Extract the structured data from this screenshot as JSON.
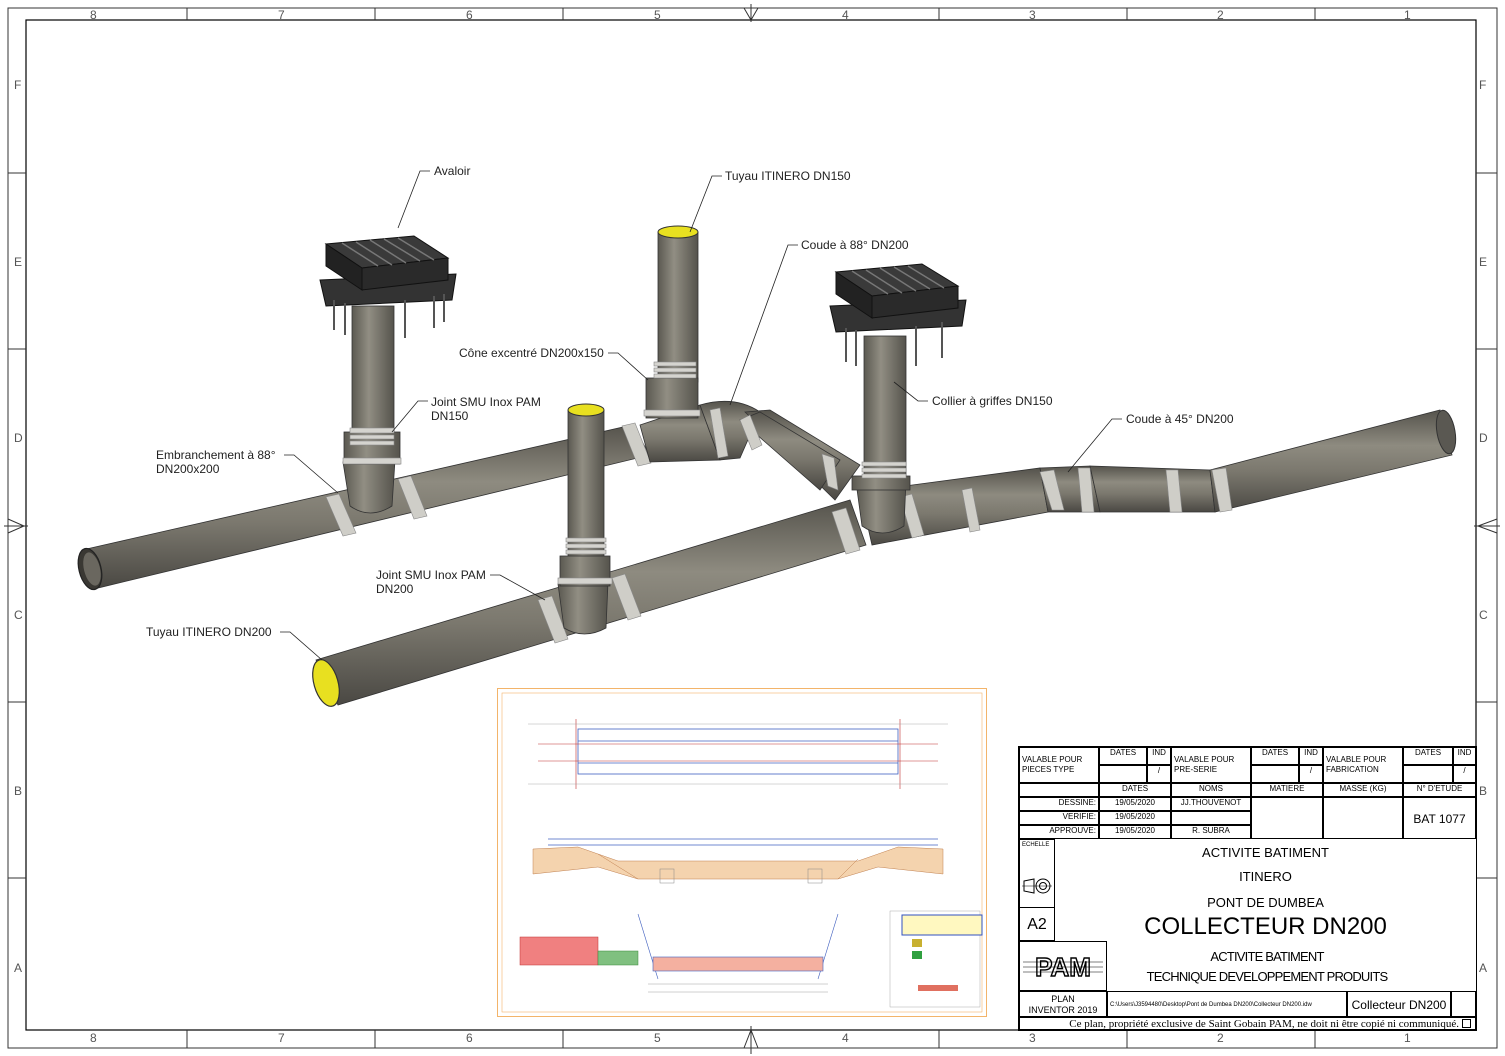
{
  "border": {
    "columns_top": [
      "8",
      "7",
      "6",
      "5",
      "4",
      "3",
      "2",
      "1"
    ],
    "rows_side": [
      "F",
      "E",
      "D",
      "C",
      "B",
      "A"
    ]
  },
  "callouts": [
    {
      "id": "avaloir",
      "text": "Avaloir"
    },
    {
      "id": "tuyau150",
      "text": "Tuyau ITINERO DN150"
    },
    {
      "id": "coude88",
      "text": "Coude à 88° DN200"
    },
    {
      "id": "cone",
      "text": "Cône excentré DN200x150"
    },
    {
      "id": "joint150a",
      "text": "Joint SMU Inox PAM"
    },
    {
      "id": "joint150b",
      "text": "DN150"
    },
    {
      "id": "collier",
      "text": "Collier à griffes DN150"
    },
    {
      "id": "coude45",
      "text": "Coude à 45° DN200"
    },
    {
      "id": "embr_a",
      "text": "Embranchement à 88°"
    },
    {
      "id": "embr_b",
      "text": "DN200x200"
    },
    {
      "id": "joint200a",
      "text": "Joint SMU Inox PAM"
    },
    {
      "id": "joint200b",
      "text": "DN200"
    },
    {
      "id": "tuyau200",
      "text": "Tuyau ITINERO DN200"
    }
  ],
  "colors": {
    "pipe": "#7d7a70",
    "pipe_dark": "#4e4c46",
    "pipe_light": "#a19e93",
    "joint": "#c9c8c2",
    "pipe_inside": "#e8e020",
    "grate": "#2b2b2b",
    "thumb_frame": "#f3b46a"
  },
  "title_block": {
    "valable_pieces": "VALABLE POUR\nPIECES TYPE",
    "valable_preserie": "VALABLE POUR\nPRE-SERIE",
    "valable_fab": "VALABLE POUR\nFABRICATION",
    "dates": "DATES",
    "ind": "IND",
    "slash": "/",
    "noms": "NOMS",
    "matiere": "MATIERE",
    "masse": "MASSE (KG)",
    "n_etude": "N° D'ETUDE",
    "dessine": "DESSINE:",
    "verifie": "VERIFIE:",
    "approuve": "APPROUVE:",
    "date_dessine": "19/05/2020",
    "date_verifie": "19/05/2020",
    "date_approuve": "19/05/2020",
    "nom_dessine": "JJ.THOUVENOT",
    "nom_approuve": "R. SUBRA",
    "bat": "BAT 1077",
    "echelle": "ECHELLE",
    "format": "A2",
    "activite": "ACTIVITE BATIMENT",
    "itinero": "ITINERO",
    "pont": "PONT DE DUMBEA",
    "collecteur": "COLLECTEUR DN200",
    "pam_logo": "PAM",
    "activite2": "ACTIVITE BATIMENT",
    "technique": "TECHNIQUE DEVELOPPEMENT PRODUITS",
    "plan": "PLAN",
    "inventor": "INVENTOR 2019",
    "path": "C:\\Users\\J3594480\\Desktop\\Pont de Dumbea DN200\\Collecteur DN200.idw",
    "filename": "Collecteur DN200",
    "footer": "Ce plan, propriété exclusive de Saint Gobain PAM, ne doit ni être copié ni communiqué."
  }
}
